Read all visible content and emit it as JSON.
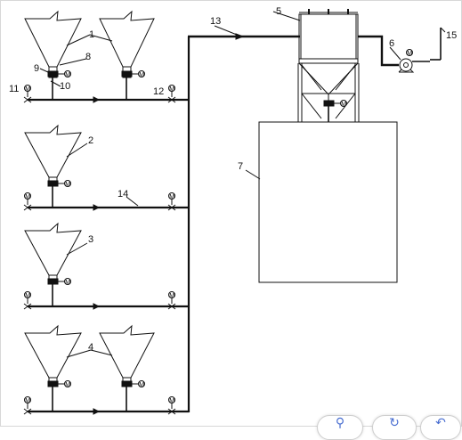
{
  "labels": {
    "l1": "1",
    "l2": "2",
    "l3": "3",
    "l4": "4",
    "l5": "5",
    "l6": "6",
    "l7": "7",
    "l8": "8",
    "l9": "9",
    "l10": "10",
    "l11": "11",
    "l12": "12",
    "l13": "13",
    "l14": "14",
    "l15": "15"
  },
  "motor_symbol": "M",
  "toolbar": {
    "zoom_icon": "magnifier-icon",
    "refresh_icon": "refresh-icon",
    "undo_icon": "undo-icon",
    "zoom_glyph": "⚲",
    "refresh_glyph": "↻",
    "undo_glyph": "↶"
  },
  "colors": {
    "line": "#111111",
    "accent": "#4a6fd1"
  }
}
